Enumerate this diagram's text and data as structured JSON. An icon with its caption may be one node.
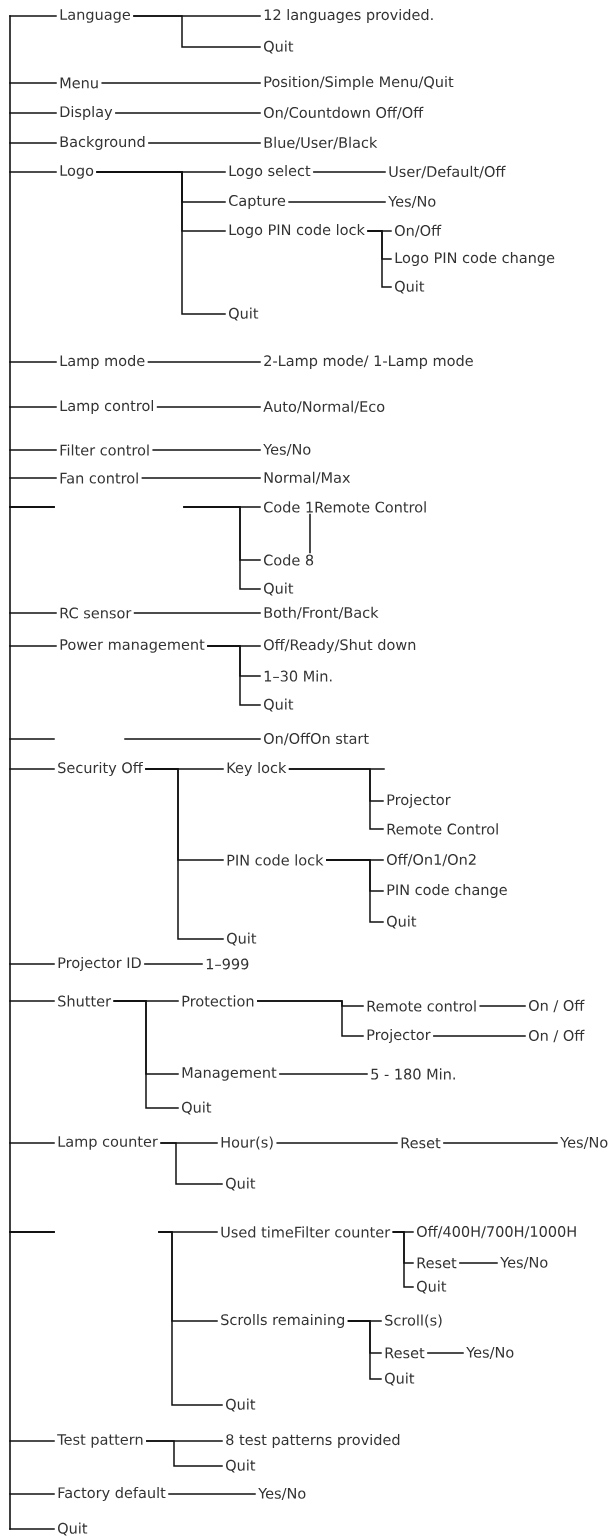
{
  "diagram": {
    "nodes": [
      {
        "text": [
          "Language"
        ]
      },
      {
        "text": [
          "12 languages provided."
        ]
      },
      {
        "text": [
          "Quit"
        ]
      },
      {
        "text": [
          "Menu"
        ]
      },
      {
        "text": [
          "Position/Simple Menu/Quit"
        ]
      },
      {
        "text": [
          "Display"
        ]
      },
      {
        "text": [
          "On/Countdown Off/Off"
        ]
      },
      {
        "text": [
          "Background"
        ]
      },
      {
        "text": [
          "Blue/User/Black"
        ]
      },
      {
        "text": [
          "Logo"
        ]
      },
      {
        "text": [
          "Logo select"
        ]
      },
      {
        "text": [
          "User/Default/Off"
        ]
      },
      {
        "text": [
          "Capture"
        ]
      },
      {
        "text": [
          "Yes/No"
        ]
      },
      {
        "text": [
          "Logo PIN code lock"
        ]
      },
      {
        "text": [
          "On/Off"
        ]
      },
      {
        "text": [
          "Logo PIN code change"
        ]
      },
      {
        "text": [
          "Quit"
        ]
      },
      {
        "text": [
          "Quit"
        ]
      },
      {
        "text": [
          "Lamp mode"
        ]
      },
      {
        "text": [
          "2-Lamp mode/ 1-Lamp mode"
        ]
      },
      {
        "text": [
          "Lamp control"
        ]
      },
      {
        "text": [
          "Auto/Normal/Eco"
        ]
      },
      {
        "text": [
          "Filter control"
        ]
      },
      {
        "text": [
          "Yes/No"
        ]
      },
      {
        "text": [
          "Fan control"
        ]
      },
      {
        "text": [
          "Normal/Max"
        ]
      },
      {
        "text": [
          "Code 1Remote Control"
        ]
      },
      {
        "text": [
          "Code 8"
        ]
      },
      {
        "text": [
          "Quit"
        ]
      },
      {
        "text": [
          "RC sensor"
        ]
      },
      {
        "text": [
          "Both/Front/Back"
        ]
      },
      {
        "text": [
          "Power management"
        ]
      },
      {
        "text": [
          "Off/Ready/Shut down"
        ]
      },
      {
        "text": [
          "1–30 Min."
        ]
      },
      {
        "text": [
          "Quit"
        ]
      },
      {
        "text": [
          "On/OffOn start"
        ]
      },
      {
        "text": [
          "Security Off"
        ]
      },
      {
        "text": [
          "Key lock"
        ]
      },
      {
        "text": [
          "Projector"
        ]
      },
      {
        "text": [
          "Remote Control"
        ]
      },
      {
        "text": [
          "PIN code lock"
        ]
      },
      {
        "text": [
          "Off/On1/On2"
        ]
      },
      {
        "text": [
          "PIN code change"
        ]
      },
      {
        "text": [
          "Quit"
        ]
      },
      {
        "text": [
          "Quit"
        ]
      },
      {
        "text": [
          "Projector ID"
        ]
      },
      {
        "text": [
          "1–999"
        ]
      },
      {
        "text": [
          "Shutter"
        ]
      },
      {
        "text": [
          "Protection"
        ]
      },
      {
        "text": [
          "Remote control"
        ]
      },
      {
        "text": [
          "On / Off"
        ]
      },
      {
        "text": [
          "Projector"
        ]
      },
      {
        "text": [
          "On / Off"
        ]
      },
      {
        "text": [
          "Management"
        ]
      },
      {
        "text": [
          "5 - 180 Min."
        ]
      },
      {
        "text": [
          "Quit"
        ]
      },
      {
        "text": [
          "Lamp counter"
        ]
      },
      {
        "text": [
          "Hour(s)"
        ]
      },
      {
        "text": [
          "Reset"
        ]
      },
      {
        "text": [
          "Yes/No"
        ]
      },
      {
        "text": [
          "Quit"
        ]
      },
      {
        "text": [
          "Used timeFilter counter"
        ]
      },
      {
        "text": [
          "Off/400H/700H/1000H"
        ]
      },
      {
        "text": [
          "Reset"
        ]
      },
      {
        "text": [
          "Yes/No"
        ]
      },
      {
        "text": [
          "Quit"
        ]
      },
      {
        "text": [
          "Scrolls remaining"
        ]
      },
      {
        "text": [
          "Scroll(s)"
        ]
      },
      {
        "text": [
          "Reset"
        ]
      },
      {
        "text": [
          "Yes/No"
        ]
      },
      {
        "text": [
          "Quit"
        ]
      },
      {
        "text": [
          "Quit"
        ]
      },
      {
        "text": [
          "Test pattern"
        ]
      },
      {
        "text": [
          "8 test patterns provided"
        ]
      },
      {
        "text": [
          "Quit"
        ]
      },
      {
        "text": [
          "Factory default"
        ]
      },
      {
        "text": [
          "Yes/No"
        ]
      },
      {
        "text": [
          "Quit"
        ]
      }
    ],
    "edges": [
      {
        "from": null,
        "to": 0,
        "arrow": "none"
      },
      {
        "from": 0,
        "to": 1,
        "arrow": "none"
      },
      {
        "from": 0,
        "to": 2,
        "arrow": "none"
      },
      {
        "from": null,
        "to": 3,
        "arrow": "none"
      },
      {
        "from": 3,
        "to": 4,
        "arrow": "none"
      },
      {
        "from": null,
        "to": 5,
        "arrow": "none"
      },
      {
        "from": 5,
        "to": 6,
        "arrow": "none"
      },
      {
        "from": null,
        "to": 7,
        "arrow": "none"
      },
      {
        "from": 7,
        "to": 8,
        "arrow": "none"
      },
      {
        "from": null,
        "to": 9,
        "arrow": "none"
      },
      {
        "from": 9,
        "to": 10,
        "arrow": "none"
      },
      {
        "from": 9,
        "to": 12,
        "arrow": "none"
      },
      {
        "from": 9,
        "to": 14,
        "arrow": "none"
      },
      {
        "from": 9,
        "to": 18,
        "arrow": "none"
      },
      {
        "from": 10,
        "to": 11,
        "arrow": "none"
      },
      {
        "from": 12,
        "to": 13,
        "arrow": "none"
      },
      {
        "from": 14,
        "to": 15,
        "arrow": "none"
      },
      {
        "from": 14,
        "to": 16,
        "arrow": "none"
      },
      {
        "from": 14,
        "to": 17,
        "arrow": "none"
      },
      {
        "from": null,
        "to": 19,
        "arrow": "none"
      },
      {
        "from": 19,
        "to": 20,
        "arrow": "none"
      },
      {
        "from": null,
        "to": 21,
        "arrow": "none"
      },
      {
        "from": 21,
        "to": 22,
        "arrow": "none"
      },
      {
        "from": null,
        "to": 23,
        "arrow": "none"
      },
      {
        "from": 23,
        "to": 24,
        "arrow": "none"
      },
      {
        "from": null,
        "to": 25,
        "arrow": "none"
      },
      {
        "from": 25,
        "to": 26,
        "arrow": "none"
      },
      {
        "from": null,
        "to": 27,
        "arrow": "none"
      },
      {
        "from": null,
        "to": 28,
        "arrow": "none"
      },
      {
        "from": null,
        "to": 29,
        "arrow": "none"
      },
      {
        "from": 27,
        "to": 28,
        "arrow": "none"
      },
      {
        "from": null,
        "to": 30,
        "arrow": "none"
      },
      {
        "from": 30,
        "to": 31,
        "arrow": "none"
      },
      {
        "from": null,
        "to": 32,
        "arrow": "none"
      },
      {
        "from": 32,
        "to": 33,
        "arrow": "none"
      },
      {
        "from": 32,
        "to": 34,
        "arrow": "none"
      },
      {
        "from": 32,
        "to": 35,
        "arrow": "none"
      },
      {
        "from": null,
        "to": 36,
        "arrow": "none"
      },
      {
        "from": null,
        "to": 37,
        "arrow": "none"
      },
      {
        "from": 37,
        "to": 38,
        "arrow": "none"
      },
      {
        "from": 37,
        "to": 41,
        "arrow": "none"
      },
      {
        "from": 37,
        "to": 45,
        "arrow": "none"
      },
      {
        "from": 38,
        "to": 39,
        "arrow": "none"
      },
      {
        "from": 38,
        "to": 40,
        "arrow": "none"
      },
      {
        "from": 41,
        "to": 42,
        "arrow": "none"
      },
      {
        "from": 41,
        "to": 43,
        "arrow": "none"
      },
      {
        "from": 41,
        "to": 44,
        "arrow": "none"
      },
      {
        "from": null,
        "to": 46,
        "arrow": "none"
      },
      {
        "from": 46,
        "to": 47,
        "arrow": "none"
      },
      {
        "from": null,
        "to": 48,
        "arrow": "none"
      },
      {
        "from": 48,
        "to": 49,
        "arrow": "none"
      },
      {
        "from": 48,
        "to": 54,
        "arrow": "none"
      },
      {
        "from": 48,
        "to": 56,
        "arrow": "none"
      },
      {
        "from": 49,
        "to": 50,
        "arrow": "none"
      },
      {
        "from": 49,
        "to": 52,
        "arrow": "none"
      },
      {
        "from": 50,
        "to": 51,
        "arrow": "none"
      },
      {
        "from": 52,
        "to": 53,
        "arrow": "none"
      },
      {
        "from": 54,
        "to": 55,
        "arrow": "none"
      },
      {
        "from": null,
        "to": 57,
        "arrow": "none"
      },
      {
        "from": 57,
        "to": 58,
        "arrow": "none"
      },
      {
        "from": 57,
        "to": 61,
        "arrow": "none"
      },
      {
        "from": 58,
        "to": 59,
        "arrow": "none"
      },
      {
        "from": 59,
        "to": 60,
        "arrow": "none"
      },
      {
        "from": null,
        "to": 62,
        "arrow": "none"
      },
      {
        "from": null,
        "to": 67,
        "arrow": "none"
      },
      {
        "from": null,
        "to": 72,
        "arrow": "none"
      },
      {
        "from": 62,
        "to": 63,
        "arrow": "none"
      },
      {
        "from": 62,
        "to": 64,
        "arrow": "none"
      },
      {
        "from": 62,
        "to": 66,
        "arrow": "none"
      },
      {
        "from": 64,
        "to": 65,
        "arrow": "none"
      },
      {
        "from": 67,
        "to": 68,
        "arrow": "none"
      },
      {
        "from": 67,
        "to": 69,
        "arrow": "none"
      },
      {
        "from": 67,
        "to": 71,
        "arrow": "none"
      },
      {
        "from": 69,
        "to": 70,
        "arrow": "none"
      },
      {
        "from": null,
        "to": 73,
        "arrow": "none"
      },
      {
        "from": 73,
        "to": 74,
        "arrow": "none"
      },
      {
        "from": 73,
        "to": 75,
        "arrow": "none"
      },
      {
        "from": null,
        "to": 76,
        "arrow": "none"
      },
      {
        "from": 76,
        "to": 77,
        "arrow": "none"
      },
      {
        "from": null,
        "to": 78,
        "arrow": "none"
      }
    ]
  }
}
